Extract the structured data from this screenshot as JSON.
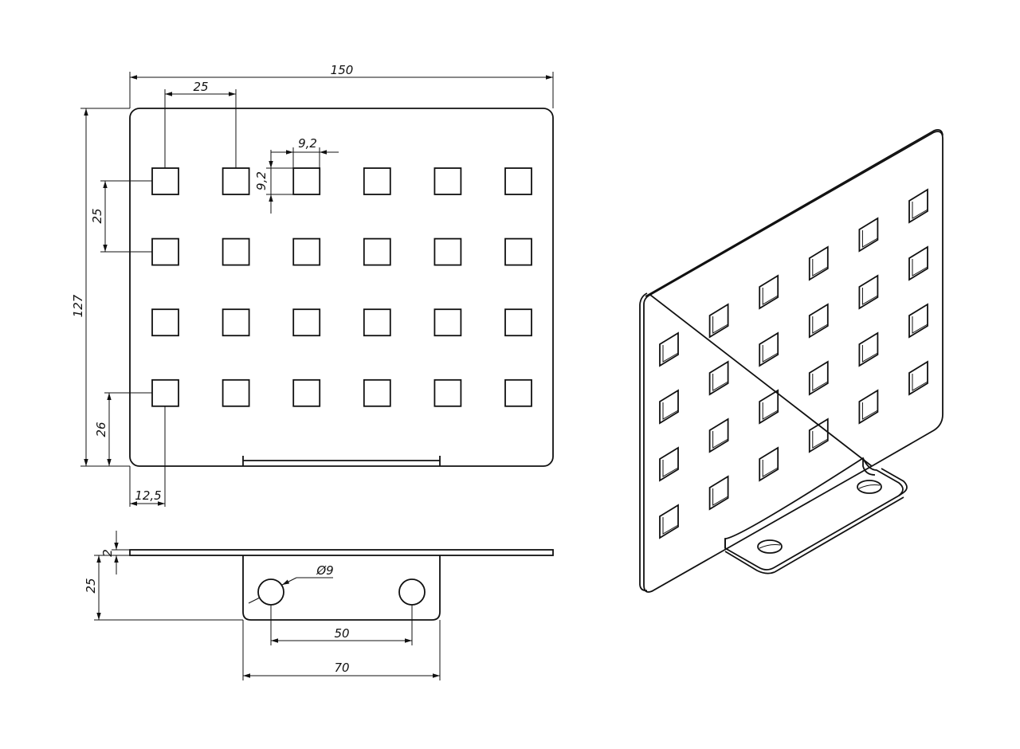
{
  "dimensions": {
    "overall_width": "150",
    "hole_pitch_horizontal": "25",
    "hole_width": "9,2",
    "hole_height": "9,2",
    "hole_pitch_vertical": "25",
    "overall_height": "127",
    "bottom_offset": "26",
    "left_offset": "12,5",
    "plate_thickness": "2",
    "flange_height": "25",
    "mount_hole_diameter": "Ø9",
    "mount_hole_spacing": "50",
    "flange_width": "70"
  },
  "hole_grid": {
    "columns": 6,
    "rows": 4
  }
}
